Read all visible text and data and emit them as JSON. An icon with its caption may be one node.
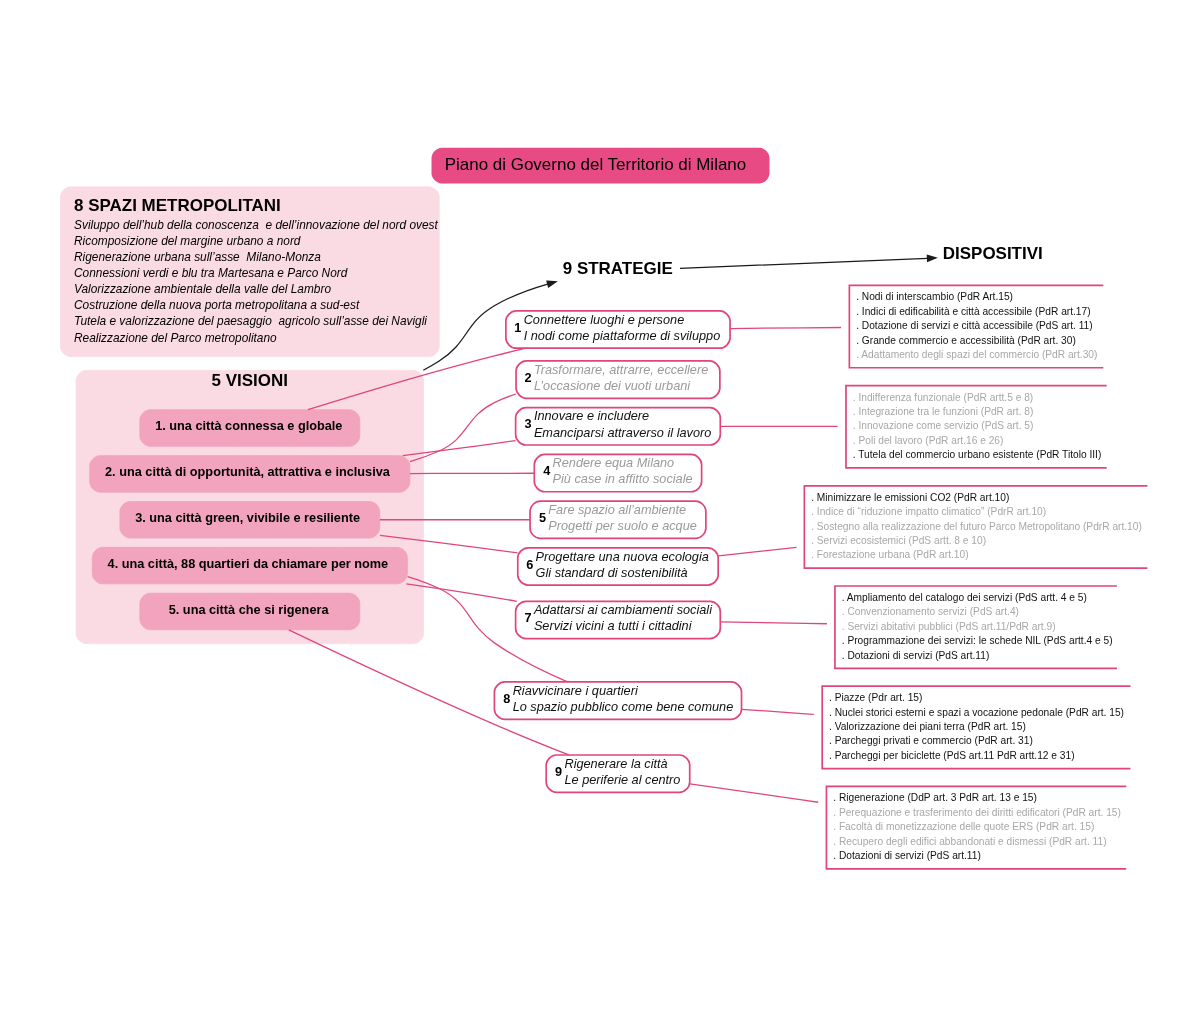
{
  "diagram": {
    "title": "Piano di Governo del Territorio di Milano",
    "nodes": [
      {
        "text": [
          "5 VISIONI"
        ]
      },
      {
        "text": [
          "1. una città connessa e globale"
        ],
        "in": 0
      },
      {
        "text": [
          "2. una città di opportunità, attrattiva e inclusiva"
        ],
        "in": 0
      },
      {
        "text": [
          "3. una città green, vivibile e resiliente"
        ],
        "in": 0
      },
      {
        "text": [
          "4. una città, 88 quartieri da chiamare per nome"
        ],
        "in": 0
      },
      {
        "text": [
          "5. una città che si rigenera"
        ],
        "in": 0
      },
      {
        "text": [
          "9 STRATEGIE"
        ]
      },
      {
        "text": [
          "1",
          "Connettere luoghi e persone",
          "I nodi come piattaforme di sviluppo"
        ]
      },
      {
        "text": [
          "2",
          "Trasformare, attrarre, eccellere",
          "L’occasione dei vuoti urbani"
        ]
      },
      {
        "text": [
          "3",
          "Innovare e includere",
          "Emanciparsi attraverso il lavoro"
        ]
      },
      {
        "text": [
          "4",
          "Rendere equa Milano",
          "Più case in affitto sociale"
        ]
      },
      {
        "text": [
          "5",
          "Fare spazio all’ambiente",
          "Progetti per suolo e acque"
        ]
      },
      {
        "text": [
          "6",
          "Progettare una nuova ecologia",
          "Gli standard di sostenibilità"
        ]
      },
      {
        "text": [
          "7",
          "Adattarsi ai cambiamenti sociali",
          "Servizi vicini a tutti i cittadini"
        ]
      },
      {
        "text": [
          "8",
          "Riavvicinare i quartieri",
          "Lo spazio pubblico come bene comune"
        ]
      },
      {
        "text": [
          "9",
          "Rigenerare la città",
          "Le periferie al centro"
        ]
      },
      {
        "text": [
          "DISPOSITIVI"
        ]
      },
      {
        "text": [
          ". Nodi di interscambio (PdR Art.15)",
          ". Indici di edificabilità e città accessibile (PdR art.17)",
          ". Dotazione di servizi e città accessibile (PdS art. 11)",
          ". Grande commercio e accessibilità (PdR art. 30)",
          ". Adattamento degli spazi del commercio (PdR art.30)"
        ]
      },
      {
        "text": [
          ". Indifferenza funzionale (PdR artt.5 e 8)",
          ". Integrazione tra le funzioni (PdR art. 8)",
          ". Innovazione come servizio (PdS art. 5)",
          ". Poli del lavoro (PdR art.16 e 26)",
          ". Tutela del commercio urbano esistente (PdR Titolo III)"
        ]
      },
      {
        "text": [
          ". Minimizzare le emissioni CO2 (PdR art.10)",
          ". Indice di “riduzione impatto climatico” (PdrR art.10)",
          ". Sostegno alla realizzazione del futuro Parco Metropolitano (PdrR art.10)",
          ". Servizi ecosistemici (PdS artt. 8 e 10)",
          ". Forestazione urbana (PdR art.10)"
        ]
      },
      {
        "text": [
          ". Ampliamento del catalogo dei servizi (PdS artt. 4 e 5)",
          ". Convenzionamento servizi (PdS art.4)",
          ". Servizi abitativi pubblici (PdS art.11/PdR art.9)",
          ". Programmazione dei servizi: le schede NIL (PdS artt.4 e 5)",
          ". Dotazioni di servizi (PdS art.11)"
        ]
      },
      {
        "text": [
          ". Piazze (Pdr art. 15)",
          ". Nuclei storici esterni e spazi a vocazione pedonale (PdR art. 15)",
          ". Valorizzazione dei piani terra (PdR art. 15)",
          ". Parcheggi privati e commercio (PdR art. 31)",
          ". Parcheggi per biciclette (PdS art.11 PdR artt.12 e 31)"
        ]
      },
      {
        "text": [
          ". Rigenerazione (DdP art. 3 PdR art. 13 e 15)",
          ". Perequazione e trasferimento dei diritti edificatori (PdR art. 15)",
          ". Facoltà di monetizzazione delle quote ERS (PdR art. 15)",
          ". Recupero degli edifici abbandonati e dismessi (PdR art. 11)",
          ". Dotazioni di servizi (PdS art.11)"
        ]
      },
      {
        "text": [
          "8 SPAZI METROPOLITANI",
          "Sviluppo dell’hub della conoscenza  e dell’innovazione del nord ovest",
          "Ricomposizione del margine urbano a nord",
          "Rigenerazione urbana sull’asse  Milano-Monza",
          "Connessioni verdi e blu tra Martesana e Parco Nord",
          "Valorizzazione ambientale della valle del Lambro",
          "Costruzione della nuova porta metropolitana a sud-est",
          "Tutela e valorizzazione del paesaggio  agricolo sull’asse dei Navigli",
          "Realizzazione del Parco metropolitano"
        ]
      }
    ],
    "edges": [
      {
        "from": 0,
        "to": 6,
        "arrow": "to",
        "color": "#1a1a1a"
      },
      {
        "from": 6,
        "to": 16,
        "arrow": "to",
        "color": "#1a1a1a"
      },
      {
        "from": 1,
        "to": 7,
        "arrow": "none"
      },
      {
        "from": 2,
        "to": 8,
        "arrow": "none"
      },
      {
        "from": 2,
        "to": 9,
        "arrow": "none"
      },
      {
        "from": 2,
        "to": 10,
        "arrow": "none"
      },
      {
        "from": 3,
        "to": 11,
        "arrow": "none"
      },
      {
        "from": 3,
        "to": 12,
        "arrow": "none"
      },
      {
        "from": 4,
        "to": 13,
        "arrow": "none"
      },
      {
        "from": 4,
        "to": 14,
        "arrow": "none"
      },
      {
        "from": 5,
        "to": 15,
        "arrow": "none"
      },
      {
        "from": 7,
        "to": 17,
        "arrow": "none"
      },
      {
        "from": 9,
        "to": 18,
        "arrow": "none"
      },
      {
        "from": 12,
        "to": 19,
        "arrow": "none"
      },
      {
        "from": 13,
        "to": 20,
        "arrow": "none"
      },
      {
        "from": 14,
        "to": 21,
        "arrow": "none"
      },
      {
        "from": 15,
        "to": 22,
        "arrow": "none"
      }
    ]
  }
}
